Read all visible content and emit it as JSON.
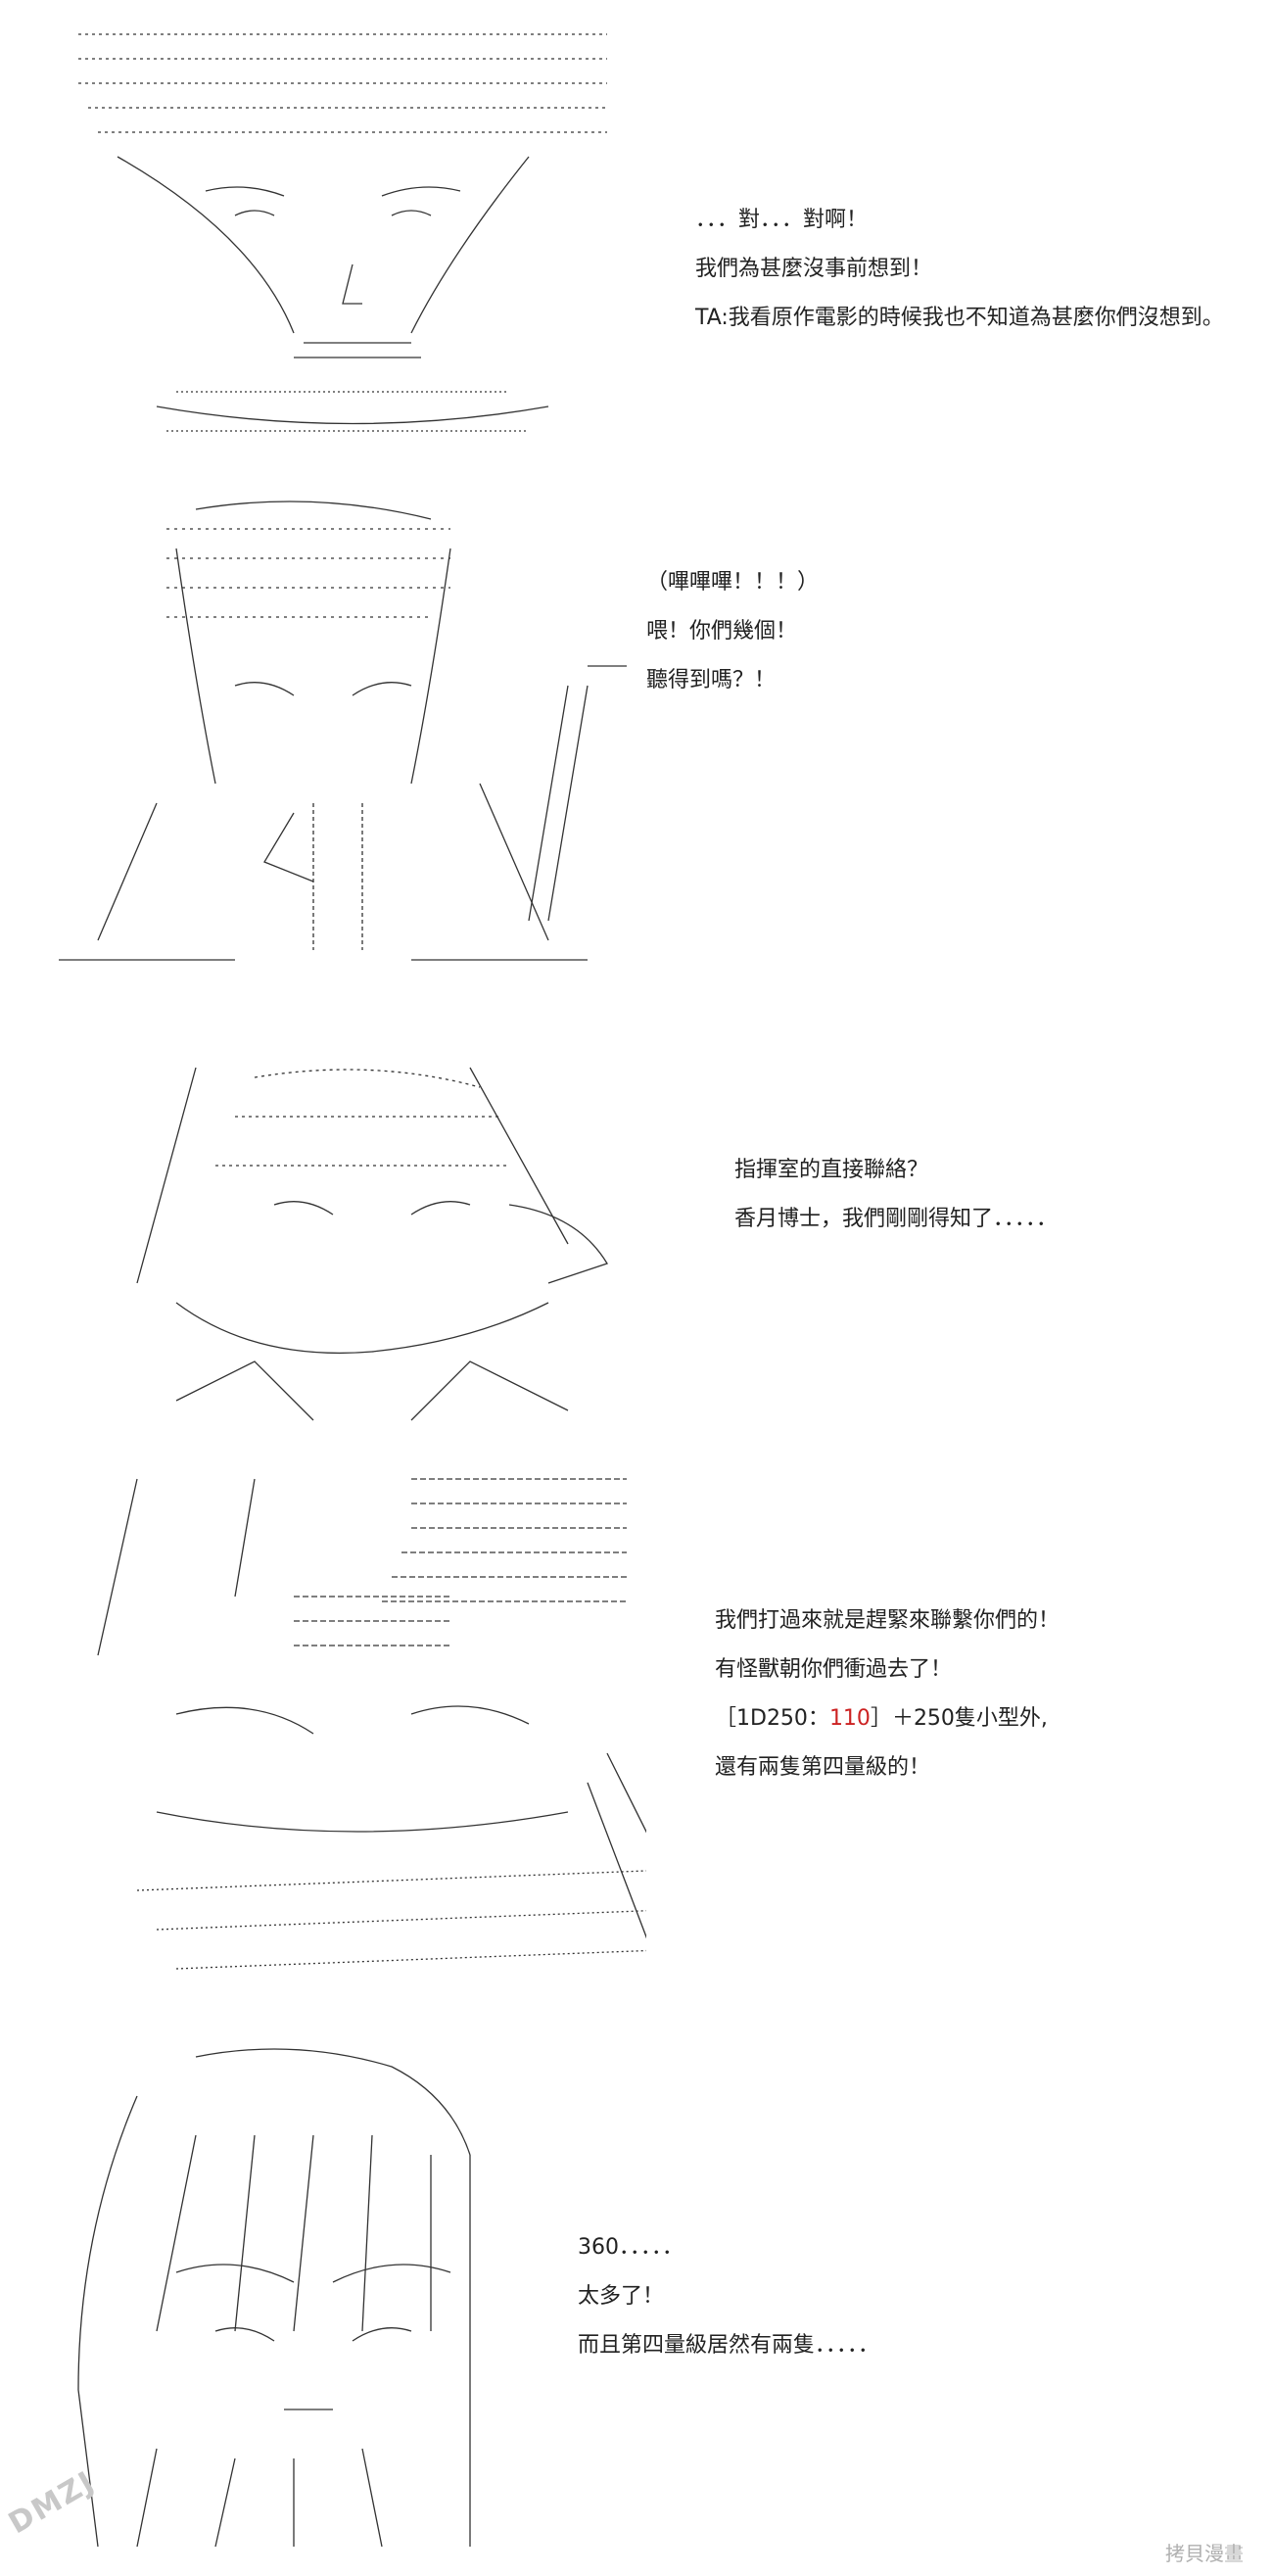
{
  "panels": [
    {
      "lines": [
        "．．．對．．．對啊！",
        "我們為甚麼沒事前想到！",
        "TA:我看原作電影的時候我也不知道為甚麼你們沒想到。"
      ]
    },
    {
      "lines": [
        "（嗶嗶嗶！！！）",
        "喂！你們幾個！",
        "聽得到嗎？！"
      ]
    },
    {
      "lines": [
        "指揮室的直接聯絡？",
        "香月博士，我們剛剛得知了．．．．．"
      ]
    },
    {
      "lines": [
        "我們打過來就是趕緊來聯繫你們的！",
        "有怪獸朝你們衝過去了！"
      ],
      "roll": {
        "prefix": "［1D250：",
        "value": "110",
        "suffix": "］＋250隻小型外,"
      },
      "after_roll": "還有兩隻第四量級的！"
    },
    {
      "lines": [
        "360．．．．．",
        "太多了！",
        "而且第四量級居然有兩隻．．．．．"
      ]
    }
  ],
  "logo_text": "DMZJ",
  "watermark": "拷貝漫畫",
  "colors": {
    "text": "#222222",
    "roll_value": "#cc2222",
    "background": "#ffffff"
  }
}
